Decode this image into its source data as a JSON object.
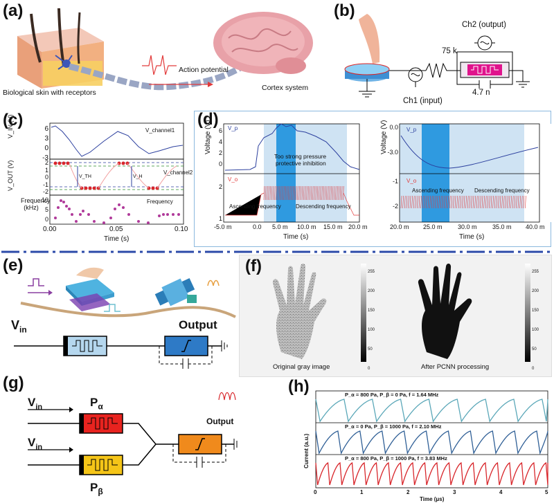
{
  "panels": {
    "a": {
      "label": "(a)",
      "skin_caption": "Biological skin with receptors",
      "action_potential": "Action potential",
      "cortex": "Cortex system"
    },
    "b": {
      "label": "(b)",
      "ch2": "Ch2 (output)",
      "ch1": "Ch1 (input)",
      "resistor": "75 k",
      "capacitor": "4.7 n"
    },
    "c": {
      "label": "(c)",
      "y1_label": "V_IN (V)",
      "y1_ticks": [
        "6",
        "3",
        "0",
        "-3"
      ],
      "legend1": "V_channel1",
      "y2_label": "V_OUT (V)",
      "y2_ticks": [
        "2",
        "1",
        "0",
        "-1",
        "-2"
      ],
      "legend2": "V_channel2",
      "vth": "V_TH",
      "vh": "V_H",
      "y3_label": "Frequency (kHz)",
      "y3_ticks": [
        "10",
        "5",
        "0"
      ],
      "legend3": "Frequency",
      "x_ticks": [
        "0.00",
        "0.05",
        "0.10"
      ],
      "x_label": "Time (s)"
    },
    "d": {
      "label": "(d)",
      "left": {
        "y_label": "Voltage (V)",
        "y_ticks_top": [
          "6",
          "4",
          "2",
          "0"
        ],
        "y_ticks_bottom": [
          "2",
          "1"
        ],
        "legend_p": "V_p",
        "legend_o": "V_o",
        "annot_strong": "Too strong pressure",
        "annot_protective": "protective inhibition",
        "annot_asc": "Ascending frequency",
        "annot_desc": "Descending frequency",
        "x_ticks": [
          "-5.0 m",
          "0.0",
          "5.0 m",
          "10.0 m",
          "15.0 m",
          "20.0 m"
        ],
        "x_label": "Time (s)"
      },
      "right": {
        "y_label": "Voltage (V)",
        "y_ticks_top": [
          "0.0",
          "-3.0"
        ],
        "y_ticks_bottom": [
          "-1",
          "-2"
        ],
        "legend_p": "V_p",
        "legend_o": "V_o",
        "annot_asc": "Ascending frequency",
        "annot_desc": "Descending frequency",
        "x_ticks": [
          "20.0 m",
          "25.0 m",
          "30.0 m",
          "35.0 m",
          "40.0 m"
        ],
        "x_label": "Time (s)"
      }
    },
    "e": {
      "label": "(e)",
      "vin": "V",
      "vin_sub": "in",
      "output": "Output"
    },
    "f": {
      "label": "(f)",
      "caption_left": "Original gray image",
      "caption_right": "After PCNN processing",
      "colorbar_ticks": [
        "255",
        "200",
        "150",
        "100",
        "50",
        "0"
      ]
    },
    "g": {
      "label": "(g)",
      "vin1": "V",
      "vin2": "V",
      "vin_sub": "in",
      "p_alpha": "P",
      "p_alpha_sub": "α",
      "p_beta": "P",
      "p_beta_sub": "β",
      "output": "Output",
      "colors": {
        "alpha": "#e8231f",
        "beta": "#f5c518",
        "combiner": "#f08a1c"
      }
    },
    "h": {
      "label": "(h)",
      "rows": [
        {
          "title": "P_α = 800 Pa, P_β = 0 Pa, f = 1.64 MHz",
          "color": "#5aa7b8"
        },
        {
          "title": "P_α = 0 Pa, P_β = 1000 Pa, f = 2.10 MHz",
          "color": "#2f5f96"
        },
        {
          "title": "P_α = 800 Pa, P_β = 1000 Pa, f = 3.83 MHz",
          "color": "#d8262b"
        }
      ],
      "y_label": "Current (a.u.)",
      "x_ticks": [
        "0",
        "1",
        "2",
        "3",
        "4",
        "5"
      ],
      "x_label": "Time (μs)"
    }
  }
}
